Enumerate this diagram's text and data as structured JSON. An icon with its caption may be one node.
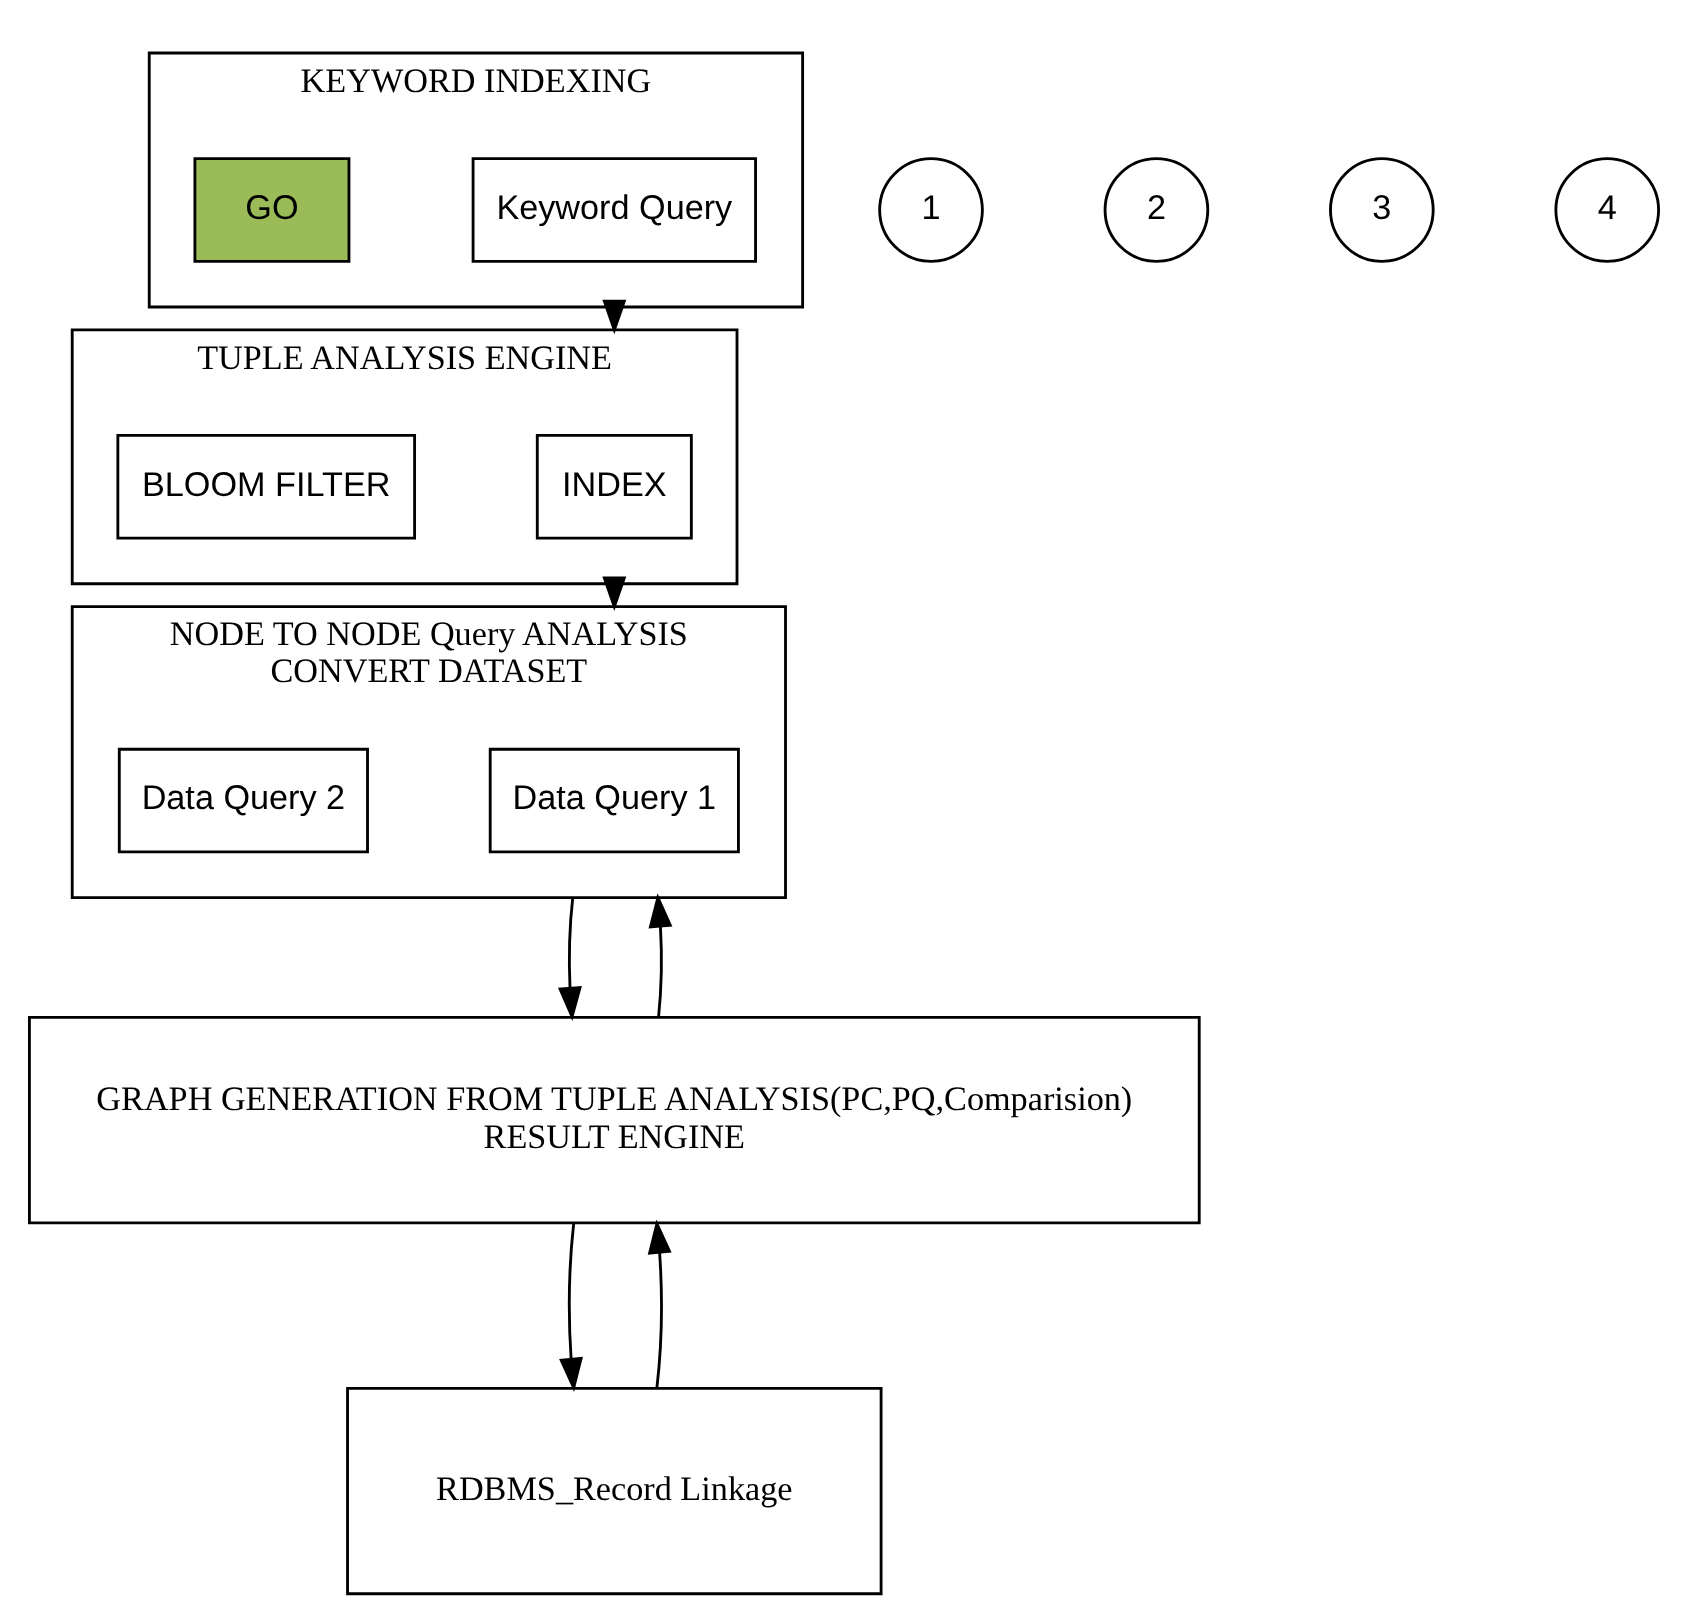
{
  "diagram": {
    "nodes": [
      {
        "text": [
          "KEYWORD INDEXING"
        ]
      },
      {
        "text": [
          "Keyword Query"
        ],
        "in": 0
      },
      {
        "text": [
          "GO"
        ],
        "in": 0
      },
      {
        "text": [
          "NODE TO NODE Query ANALYSIS",
          "CONVERT DATASET"
        ]
      },
      {
        "text": [
          "Data Query 1"
        ],
        "in": 3
      },
      {
        "text": [
          "Data Query 2"
        ],
        "in": 3
      },
      {
        "text": [
          "TUPLE ANALYSIS ENGINE"
        ]
      },
      {
        "text": [
          "INDEX"
        ],
        "in": 6
      },
      {
        "text": [
          "BLOOM FILTER"
        ],
        "in": 6
      },
      {
        "text": [
          "GRAPH GENERATION FROM TUPLE ANALYSIS(PC,PQ,Comparision)",
          "RESULT ENGINE"
        ]
      },
      {
        "text": [
          "RDBMS_Record Linkage"
        ]
      },
      {
        "text": [
          "1"
        ]
      },
      {
        "text": [
          "2"
        ]
      },
      {
        "text": [
          "3"
        ]
      },
      {
        "text": [
          "4"
        ]
      }
    ],
    "edges": [
      {
        "from": 0,
        "to": 6,
        "arrow": "to"
      },
      {
        "from": 6,
        "to": 3,
        "arrow": "to"
      },
      {
        "from": 3,
        "to": 9,
        "arrow": "to"
      },
      {
        "from": 9,
        "to": 3,
        "arrow": "to"
      },
      {
        "from": 9,
        "to": 10,
        "arrow": "to"
      },
      {
        "from": 10,
        "to": 9,
        "arrow": "to"
      }
    ]
  }
}
